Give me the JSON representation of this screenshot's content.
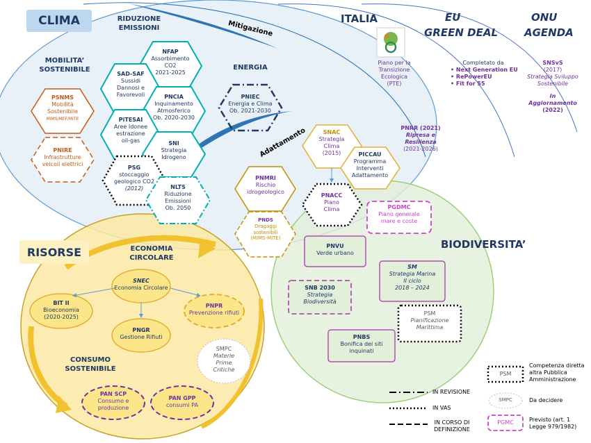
{
  "headers": {
    "clima": "CLIMA",
    "italia": "ITALIA",
    "eu_1": "EU",
    "eu_2": "GREEN DEAL",
    "onu_1": "ONU",
    "onu_2": "AGENDA",
    "risorse": "RISORSE",
    "biodiversita": "BIODIVERSITA’"
  },
  "sections": {
    "riduzione_emissioni": [
      "RIDUZIONE",
      "EMISSIONI"
    ],
    "mobilita_sostenibile": [
      "MOBILITA’",
      "SOSTENIBILE"
    ],
    "energia": "ENERGIA",
    "mitigazione": "Mitigazione",
    "adattamento": "Adattamento",
    "economia_circolare": [
      "ECONOMIA",
      "CIRCOLARE"
    ],
    "consumo_sostenibile": [
      "CONSUMO",
      "SOSTENIBILE"
    ]
  },
  "clima_nodes": {
    "nfap": [
      "NFAP",
      "Assorbimento",
      "CO2",
      "2021-2025"
    ],
    "sad_saf": [
      "SAD-SAF",
      "Sussidi",
      "Dannosi e",
      "Favorevoli"
    ],
    "pncia": [
      "PNCIA",
      "Inquinamento",
      "Atmosferico",
      "Ob. 2020-2030"
    ],
    "pitesai": [
      "PiTESAI",
      "Aree Idonee",
      "estrazione",
      "oil-gas"
    ],
    "sni": [
      "SNI",
      "Strategia",
      "Idrogeno"
    ],
    "psg": [
      "PSG",
      "stoccaggio",
      "geologico CO2",
      "(2012)"
    ],
    "nlts": [
      "NLTS",
      "Riduzione",
      "Emissioni",
      "Ob. 2050"
    ],
    "pniec": [
      "PNIEC",
      "Energia e Clima",
      "Ob. 2021-2030"
    ],
    "psnms": [
      "PSNMS",
      "Mobilità",
      "Sostenibile",
      "MIMS/MEF/MITE"
    ],
    "pnire": [
      "PNIRE",
      "Infrastrutture",
      "veicoli elettrici"
    ],
    "snac": [
      "SNAC",
      "Strategia",
      "Clima",
      "(2015)"
    ],
    "piccau": [
      "PICCAU",
      "Programma",
      "Interventi",
      "Adattamento"
    ],
    "pnacc": [
      "PNACC",
      "Piano",
      "Clima"
    ],
    "pnmri": [
      "PNMRI",
      "Rischio",
      "idrogeologico"
    ],
    "pnds": [
      "PNDS",
      "Dragaggi",
      "sostenibili",
      "(MIMS-MITE)"
    ]
  },
  "italia_col": {
    "pte": [
      "Piano per la",
      "Transizione",
      "Ecologica",
      "(PTE)"
    ],
    "pnrr": [
      "PNRR (2021)",
      "Ripresa e",
      "Resilienza",
      "(2021-2026)"
    ]
  },
  "eu_col": {
    "completato": "Completato da",
    "items": [
      "Next Generation EU",
      "RePowerEU",
      "Fit for 55"
    ]
  },
  "onu_col": {
    "lines": [
      "SNSvS",
      "(2017)",
      "Strategia Sviluppo",
      "Sostenibile",
      "",
      "In Aggiornamento",
      "(2022)"
    ]
  },
  "risorse_nodes": {
    "snec": [
      "SNEC",
      "Economia Circolare"
    ],
    "bit": [
      "BIT II",
      "Bioeconomia",
      "(2020-2025)"
    ],
    "pnpr": [
      "PNPR",
      "Prevenzione rifiuti"
    ],
    "pngr": [
      "PNGR",
      "Gestione Rifiuti"
    ],
    "smpc": [
      "SMPC",
      "Materie",
      "Prime",
      "Critiche"
    ],
    "pan_scp": [
      "PAN SCP",
      "Consumo e",
      "produzione"
    ],
    "pan_gpp": [
      "PAN GPP",
      "consumi PA"
    ]
  },
  "bio_nodes": {
    "pgdmc": [
      "PGDMC",
      "Piano generale",
      "mare e coste"
    ],
    "pnvu": [
      "PNVU",
      "Verde urbano"
    ],
    "sm": [
      "SM",
      "Strategia Marina",
      "II ciclo",
      "2018 – 2024"
    ],
    "snb": [
      "SNB 2030",
      "Strategia",
      "Biodiversità"
    ],
    "psm": [
      "PSM",
      "Pianificazione",
      "Marittima"
    ],
    "pnbs": [
      "PNBS",
      "Bonifica dei siti",
      "inquinati"
    ]
  },
  "legend": {
    "in_revisione": "IN REVISIONE",
    "in_vas": "IN VAS",
    "in_corso": [
      "IN CORSO DI",
      "DEFINIZIONE"
    ],
    "psm_box": "PSM",
    "psm_desc": [
      "Competenza diretta",
      "altra Pubblica",
      "Amministrazione"
    ],
    "smpc_box": "SMPC",
    "smpc_desc": "Da decidere",
    "pgmc_box": "PGMC",
    "pgmc_desc": [
      "Previsto (art. 1",
      "Legge 979/1982)"
    ]
  },
  "colors": {
    "navy": "#1f3864",
    "teal": "#00b0b0",
    "orange": "#c55a11",
    "gold": "#bf9000",
    "purple": "#7030a0",
    "magenta": "#cc44cc",
    "green_border": "#9ad07a",
    "blue_fill": "#dce9f5",
    "yellow_fill": "#fbe9a4",
    "green_fill": "#e2efd9"
  }
}
